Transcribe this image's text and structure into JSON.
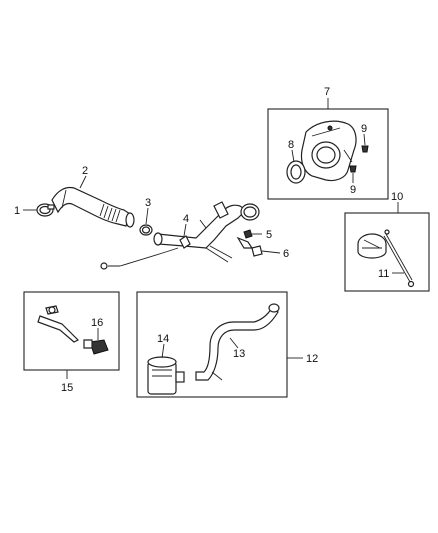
{
  "diagram": {
    "callouts": {
      "c1": "1",
      "c2": "2",
      "c3": "3",
      "c4": "4",
      "c5": "5",
      "c6": "6",
      "c7": "7",
      "c8": "8",
      "c9a": "9",
      "c9b": "9",
      "c10": "10",
      "c11": "11",
      "c12": "12",
      "c13": "13",
      "c14": "14",
      "c15": "15",
      "c16": "16"
    }
  }
}
